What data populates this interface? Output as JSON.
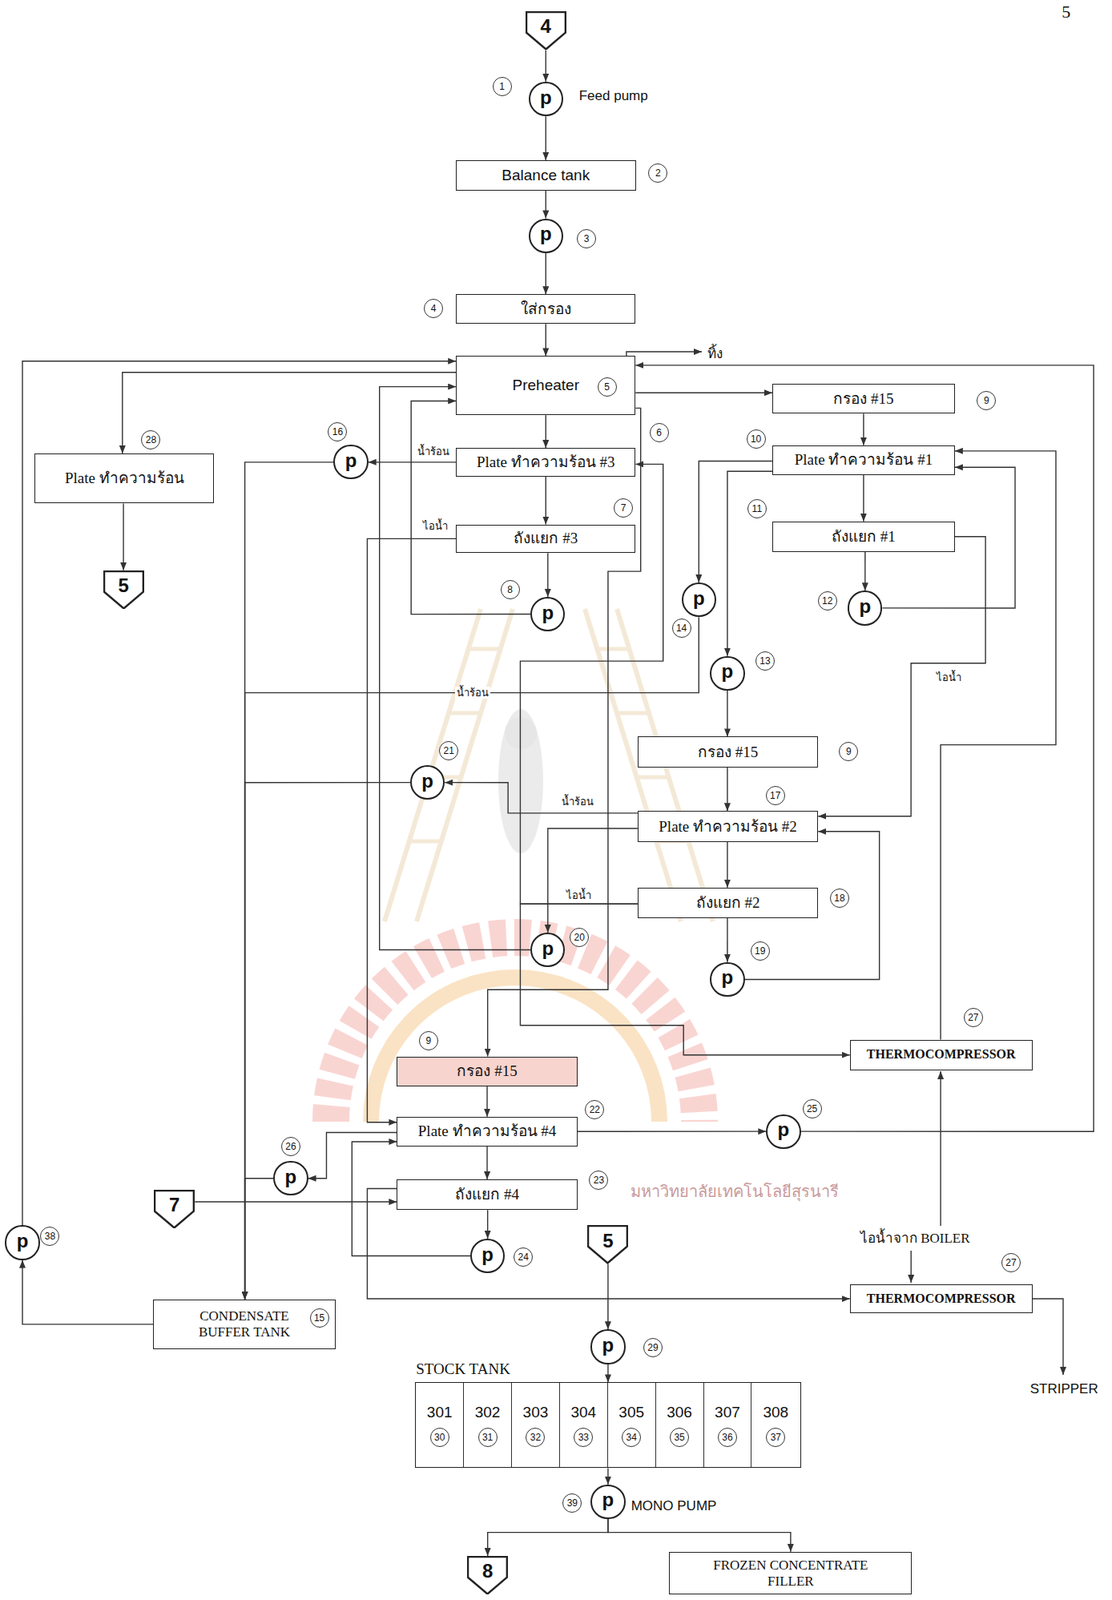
{
  "diagram": {
    "nodes": [
      {
        "text": [
          "4"
        ]
      },
      {
        "text": [
          "p"
        ]
      },
      {
        "text": [
          "Balance tank"
        ]
      },
      {
        "text": [
          "p"
        ]
      },
      {
        "text": [
          "ใส่กรอง"
        ]
      },
      {
        "text": [
          "Preheater"
        ]
      },
      {
        "text": [
          "Plate ทำความร้อน #3"
        ]
      },
      {
        "text": [
          "ถังแยก #3"
        ]
      },
      {
        "text": [
          "p"
        ]
      },
      {
        "text": [
          "Plate ทำความร้อน"
        ]
      },
      {
        "text": [
          "5"
        ]
      },
      {
        "text": [
          "p"
        ]
      },
      {
        "text": [
          "กรอง #15"
        ]
      },
      {
        "text": [
          "Plate ทำความร้อน #1"
        ]
      },
      {
        "text": [
          "ถังแยก #1"
        ]
      },
      {
        "text": [
          "p"
        ]
      },
      {
        "text": [
          "p"
        ]
      },
      {
        "text": [
          "p"
        ]
      },
      {
        "text": [
          "กรอง #15"
        ]
      },
      {
        "text": [
          "Plate ทำความร้อน #2"
        ]
      },
      {
        "text": [
          "ถังแยก #2"
        ]
      },
      {
        "text": [
          "p"
        ]
      },
      {
        "text": [
          "p"
        ]
      },
      {
        "text": [
          "p"
        ]
      },
      {
        "text": [
          "กรอง #15"
        ]
      },
      {
        "text": [
          "Plate ทำความร้อน #4"
        ]
      },
      {
        "text": [
          "ถังแยก #4"
        ]
      },
      {
        "text": [
          "p"
        ]
      },
      {
        "text": [
          "p"
        ]
      },
      {
        "text": [
          "p"
        ]
      },
      {
        "text": [
          "THERMOCOMPRESSOR"
        ]
      },
      {
        "text": [
          "THERMOCOMPRESSOR"
        ]
      },
      {
        "text": [
          "7"
        ]
      },
      {
        "text": [
          "5"
        ]
      },
      {
        "text": [
          "CONDENSATE BUFFER TANK"
        ]
      },
      {
        "text": [
          "p"
        ]
      },
      {
        "text": [
          "p"
        ]
      },
      {
        "text": [
          "STOCK TANK"
        ]
      },
      {
        "text": [
          "301",
          "30"
        ],
        "in": 37
      },
      {
        "text": [
          "302",
          "31"
        ],
        "in": 37
      },
      {
        "text": [
          "303",
          "32"
        ],
        "in": 37
      },
      {
        "text": [
          "304",
          "33"
        ],
        "in": 37
      },
      {
        "text": [
          "305",
          "34"
        ],
        "in": 37
      },
      {
        "text": [
          "306",
          "35"
        ],
        "in": 37
      },
      {
        "text": [
          "307",
          "36"
        ],
        "in": 37
      },
      {
        "text": [
          "308",
          "37"
        ],
        "in": 37
      },
      {
        "text": [
          "p"
        ]
      },
      {
        "text": [
          "8"
        ]
      },
      {
        "text": [
          "FROZEN CONCENTRATE FILLER"
        ]
      }
    ],
    "edges": [
      {
        "from": 0,
        "to": 1,
        "arrow": "to"
      },
      {
        "from": 1,
        "to": 2,
        "arrow": "to"
      },
      {
        "from": 2,
        "to": 3,
        "arrow": "to"
      },
      {
        "from": 3,
        "to": 4,
        "arrow": "to"
      },
      {
        "from": 4,
        "to": 5,
        "arrow": "to"
      },
      {
        "from": 5,
        "to": 6,
        "arrow": "to"
      },
      {
        "from": 6,
        "to": 7,
        "arrow": "to"
      },
      {
        "from": 7,
        "to": 8,
        "arrow": "to"
      },
      {
        "from": 8,
        "to": 5,
        "arrow": "to"
      },
      {
        "from": 6,
        "to": 11,
        "label": "น้ำร้อน",
        "arrow": "to"
      },
      {
        "from": 11,
        "to": 34,
        "arrow": "to"
      },
      {
        "from": 7,
        "to": 25,
        "label": "ไอน้ำ",
        "arrow": "to"
      },
      {
        "from": 5,
        "to": 12,
        "arrow": "to"
      },
      {
        "from": 12,
        "to": 13,
        "arrow": "to"
      },
      {
        "from": 13,
        "to": 14,
        "arrow": "to"
      },
      {
        "from": 14,
        "to": 15,
        "arrow": "to"
      },
      {
        "from": 15,
        "to": 13,
        "arrow": "to"
      },
      {
        "from": 13,
        "to": 16,
        "arrow": "to"
      },
      {
        "from": 16,
        "to": 34,
        "label": "น้ำร้อน",
        "arrow": "to"
      },
      {
        "from": 13,
        "to": 17,
        "arrow": "to"
      },
      {
        "from": 17,
        "to": 18,
        "arrow": "to"
      },
      {
        "from": 18,
        "to": 19,
        "arrow": "to"
      },
      {
        "from": 19,
        "to": 20,
        "arrow": "to"
      },
      {
        "from": 20,
        "to": 21,
        "arrow": "to"
      },
      {
        "from": 21,
        "to": 19,
        "arrow": "to"
      },
      {
        "from": 14,
        "to": 19,
        "label": "ไอน้ำ",
        "arrow": "to"
      },
      {
        "from": 30,
        "to": 13,
        "arrow": "to"
      },
      {
        "from": 29,
        "to": 5,
        "arrow": "to"
      },
      {
        "from": 19,
        "to": 23,
        "label": "น้ำร้อน",
        "arrow": "to"
      },
      {
        "from": 23,
        "to": 34,
        "arrow": "to"
      },
      {
        "from": 20,
        "to": 6,
        "label": "ไอน้ำ",
        "arrow": "to"
      },
      {
        "from": 20,
        "to": 30,
        "arrow": "to"
      },
      {
        "from": 19,
        "to": 22,
        "arrow": "to"
      },
      {
        "from": 22,
        "to": 5,
        "arrow": "to"
      },
      {
        "from": 5,
        "to": 24,
        "arrow": "to"
      },
      {
        "from": 24,
        "to": 25,
        "arrow": "to"
      },
      {
        "from": 25,
        "to": 26,
        "arrow": "to"
      },
      {
        "from": 26,
        "to": 27,
        "arrow": "to"
      },
      {
        "from": 27,
        "to": 25,
        "arrow": "to"
      },
      {
        "from": 25,
        "to": 28,
        "arrow": "to"
      },
      {
        "from": 28,
        "to": 34,
        "arrow": "to"
      },
      {
        "from": 25,
        "to": 29,
        "arrow": "to"
      },
      {
        "from": 32,
        "to": 26,
        "arrow": "to"
      },
      {
        "from": 26,
        "to": 31,
        "arrow": "to"
      },
      {
        "from": 33,
        "to": 36,
        "arrow": "to"
      },
      {
        "from": 36,
        "to": 37,
        "arrow": "to"
      },
      {
        "from": 37,
        "to": 46,
        "arrow": "to"
      },
      {
        "from": 46,
        "to": 47,
        "arrow": "to"
      },
      {
        "from": 46,
        "to": 48,
        "arrow": "to"
      },
      {
        "from": 5,
        "to": 9,
        "arrow": "to"
      },
      {
        "from": 9,
        "to": 10,
        "arrow": "to"
      },
      {
        "from": 34,
        "to": 35,
        "arrow": "to"
      },
      {
        "from": 35,
        "to": 5,
        "arrow": "to"
      }
    ],
    "labels": [
      "5",
      "1",
      "Feed pump",
      "2",
      "3",
      "4",
      "5",
      "ทิ้ง",
      "6",
      "7",
      "8",
      "16",
      "28",
      "9",
      "10",
      "11",
      "12",
      "14",
      "13",
      "9",
      "17",
      "18",
      "19",
      "20",
      "21",
      "9",
      "22",
      "25",
      "26",
      "23",
      "24",
      "27",
      "27",
      "ไอน้ำจาก BOILER",
      "STRIPPER",
      "38",
      "15",
      "29",
      "39",
      "MONO PUMP",
      "มหาวิทยาลัยเทคโนโลยีสุรนารี"
    ]
  }
}
